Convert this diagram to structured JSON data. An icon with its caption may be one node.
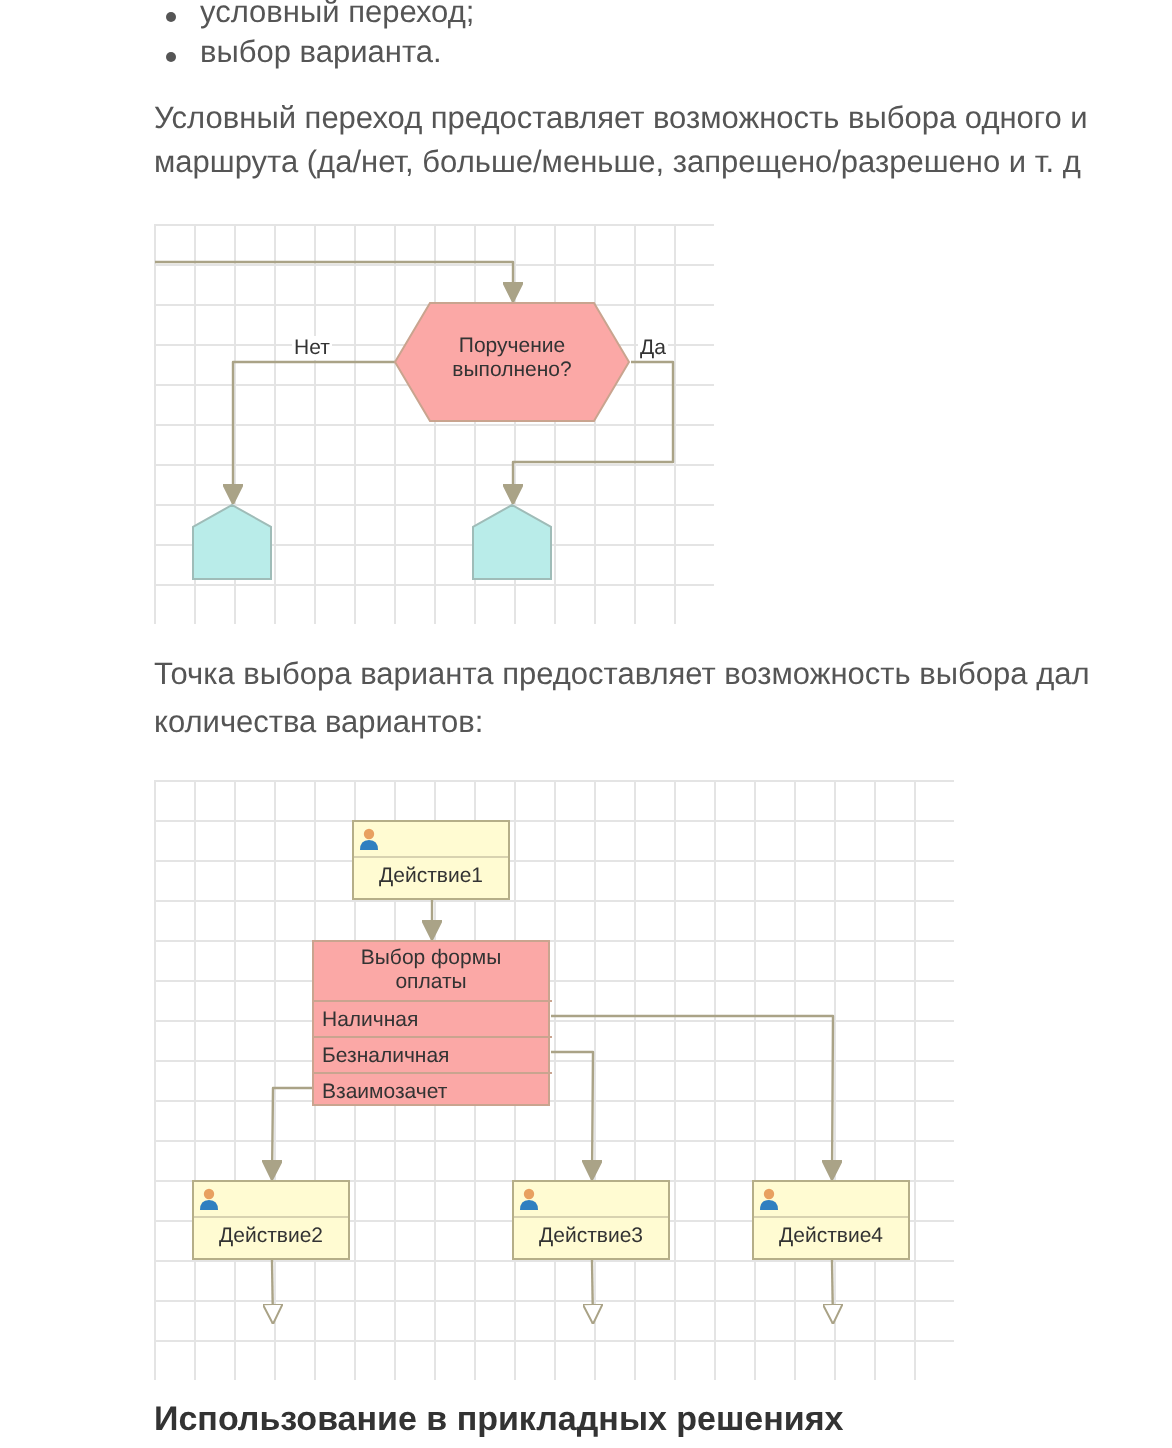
{
  "diagram": {
    "nodes": [
      {
        "text": [
          "Поручение выполнено?"
        ]
      },
      {
        "text": [],
        "shape": "pentagon"
      },
      {
        "text": [],
        "shape": "pentagon"
      },
      {
        "text": [
          "Действие1"
        ]
      },
      {
        "text": [
          "Выбор формы оплаты"
        ]
      },
      {
        "text": [
          "Наличная"
        ],
        "in": 4
      },
      {
        "text": [
          "Безналичная"
        ],
        "in": 4
      },
      {
        "text": [
          "Взаимозачет"
        ],
        "in": 4
      },
      {
        "text": [
          "Действие2"
        ]
      },
      {
        "text": [
          "Действие3"
        ]
      },
      {
        "text": [
          "Действие4"
        ]
      }
    ],
    "edges": [
      {
        "from": null,
        "to": 0,
        "arrow": "to"
      },
      {
        "from": 0,
        "to": 1,
        "arrow": "to",
        "label": "Нет"
      },
      {
        "from": 0,
        "to": 2,
        "arrow": "to",
        "label": "Да"
      },
      {
        "from": 3,
        "to": 4,
        "arrow": "to"
      },
      {
        "from": 7,
        "to": 8,
        "arrow": "to"
      },
      {
        "from": 6,
        "to": 9,
        "arrow": "to"
      },
      {
        "from": 5,
        "to": 10,
        "arrow": "to"
      },
      {
        "from": 8,
        "to": null,
        "arrow": "to"
      },
      {
        "from": 9,
        "to": null,
        "arrow": "to"
      },
      {
        "from": 10,
        "to": null,
        "arrow": "to"
      }
    ],
    "labels": [
      "условный переход;",
      "выбор варианта.",
      "Условный переход предоставляет возможность выбора одного и",
      "маршрута (да/нет, больше/меньше, запрещено/разрешено и т. д",
      "Точка выбора варианта предоставляет возможность выбора дал",
      "количества вариантов:",
      "Использование в прикладных решениях"
    ]
  }
}
